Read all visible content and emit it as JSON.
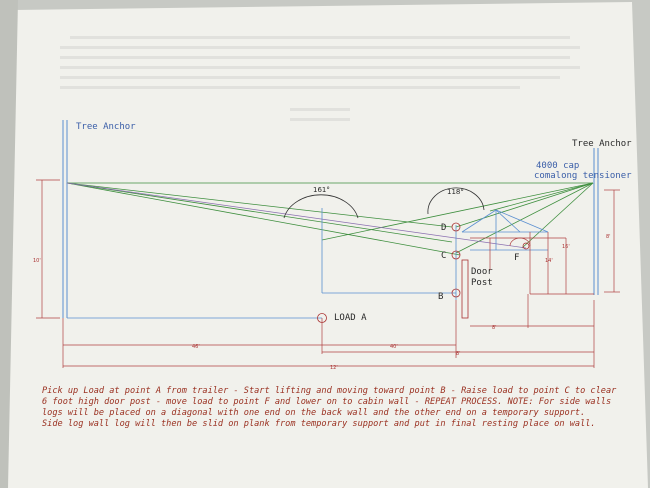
{
  "diagram": {
    "title_left": "Tree Anchor",
    "title_right": "Tree Anchor",
    "tensioner_line1": "4000 cap",
    "tensioner_line2": "comalong tensioner",
    "angle_left": "161°",
    "angle_right": "118°",
    "point_d": "D",
    "point_c": "C",
    "point_b": "B",
    "point_f": "F",
    "load_label": "LOAD A",
    "door_post_line1": "Door",
    "door_post_line2": "Post",
    "dim_marks": [
      "10'",
      "46'",
      "40'",
      "8'",
      "12'",
      "8'",
      "16'",
      "14'",
      "8'"
    ],
    "note_lines": [
      "Pick up Load at point A from trailer - Start lifting and moving toward point B - Raise load to point C to clear",
      "6 foot high door post - move load to point F and lower on to cabin wall - REPEAT PROCESS. NOTE: For side walls",
      "logs will be placed on a diagonal with one end on the back wall and the other end on a temporary support.",
      "Side log wall log will then be slid on plank from temporary support and put in final resting place on wall."
    ]
  },
  "colors": {
    "paper": "#f1f1ec",
    "green_lines": "#3f8f3f",
    "blue_lines": "#5a8fd0",
    "red_lines": "#b04040",
    "note_text": "#9a3020"
  }
}
